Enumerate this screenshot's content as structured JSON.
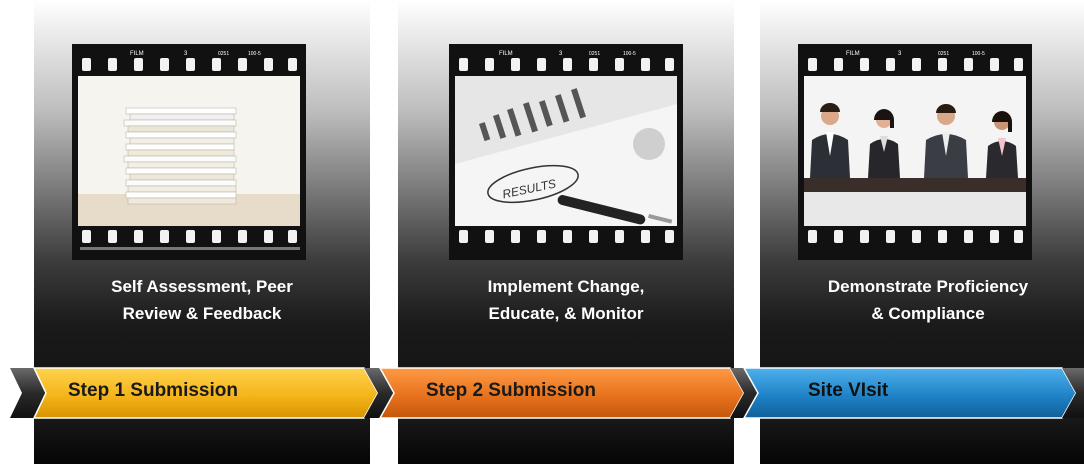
{
  "film_strip": {
    "top_text": "FILM",
    "frame_no": "3",
    "code": "0251",
    "rating": "100-5"
  },
  "stages": [
    {
      "caption": [
        "Self Assessment, Peer",
        "Review & Feedback"
      ],
      "step_label": "Step 1 Submission",
      "color": "#f5b51b"
    },
    {
      "caption": [
        "Implement Change,",
        "Educate, & Monitor"
      ],
      "step_label": "Step 2 Submission",
      "color": "#e8731e"
    },
    {
      "caption": [
        "Demonstrate  Proficiency",
        "& Compliance"
      ],
      "step_label": "Site VIsit",
      "color": "#1f83c7"
    }
  ]
}
